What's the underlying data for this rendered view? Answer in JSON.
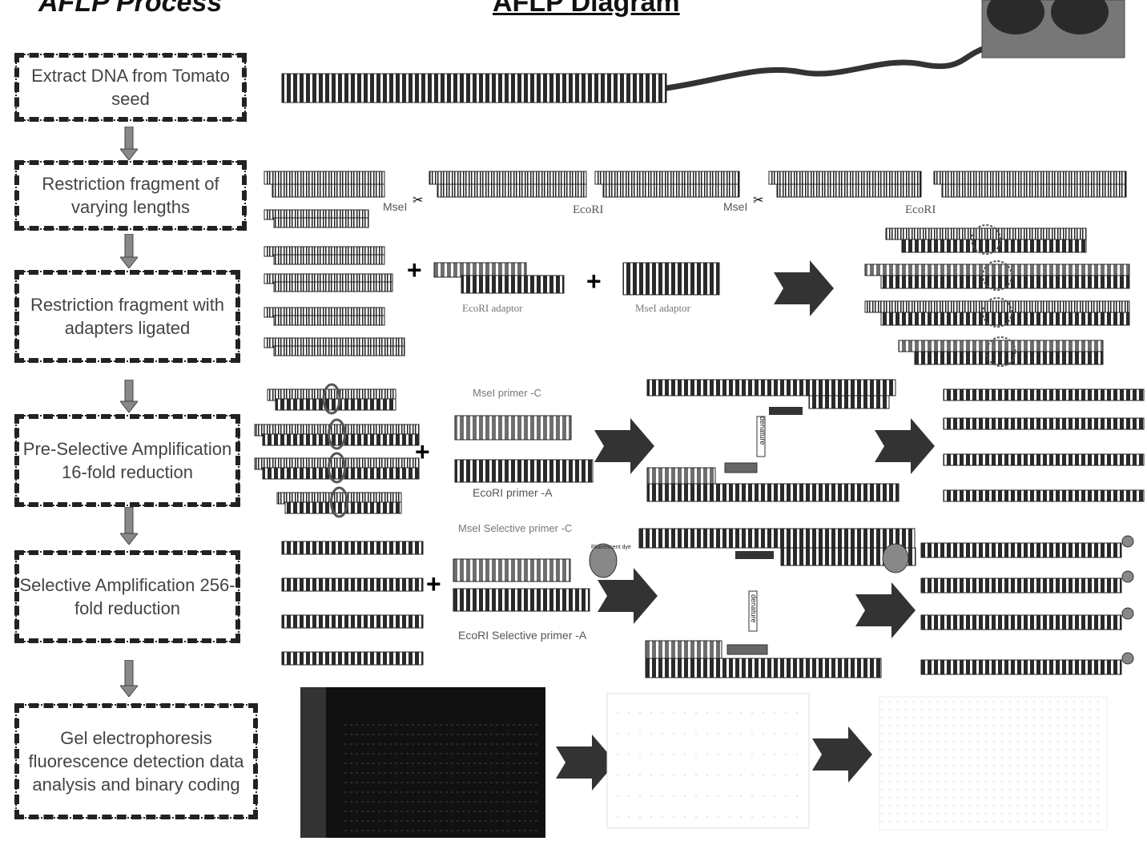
{
  "process_title": "AFLP Process",
  "diagram_title": "AFLP Diagram",
  "steps": [
    {
      "label": "Extract DNA from Tomato seed"
    },
    {
      "label": "Restriction fragment of varying lengths"
    },
    {
      "label": "Restriction fragment with adapters ligated"
    },
    {
      "label": "Pre-Selective Amplification 16-fold reduction"
    },
    {
      "label": "Selective Amplification 256-fold reduction"
    },
    {
      "label": "Gel electrophoresis fluorescence detection data analysis and binary coding"
    }
  ],
  "enzymes": {
    "msei": "MseI",
    "ecori": "EcoRI"
  },
  "adaptors": {
    "ecori": "EcoRI adaptor",
    "msei": "MseI adaptor"
  },
  "primers": {
    "msei": "MseI primer -C",
    "ecori": "EcoRI primer -A",
    "msei_selective": "MseI Selective primer -C",
    "ecori_selective": "EcoRI Selective primer -A"
  },
  "denature": "denature",
  "dye": "Fluorescent dye",
  "colors": {
    "dark": "#2a2a2a",
    "mid": "#6e6e6e",
    "light": "#ffffff",
    "accent": "#3a3a3a"
  }
}
